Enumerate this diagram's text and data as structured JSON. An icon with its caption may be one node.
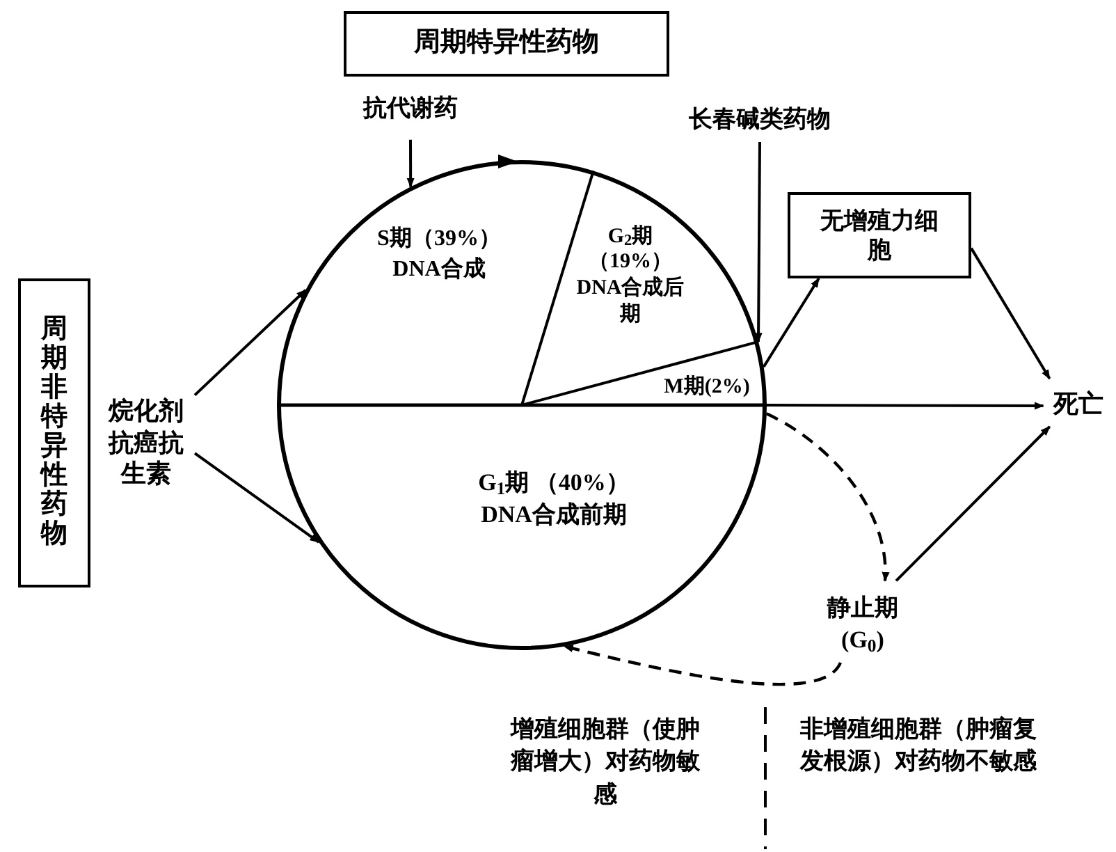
{
  "diagram": {
    "nodes": [
      {
        "text": [
          "周期特异性药物"
        ]
      },
      {
        "text": [
          "抗代谢药"
        ]
      },
      {
        "text": [
          "长春碱类药物"
        ]
      },
      {
        "text": [
          "无增殖力细胞"
        ]
      },
      {
        "text": [
          "周期非特异性药物"
        ]
      },
      {
        "text": [
          "烷化剂抗癌抗生素"
        ]
      },
      {
        "text": [],
        "shape": "circle"
      },
      {
        "text": [
          "S期（39%）",
          "DNA合成"
        ],
        "in": 6
      },
      {
        "text": [
          "G$_{2}$期（19%）",
          "DNA合成后期"
        ],
        "in": 6
      },
      {
        "text": [
          "M期(2%)"
        ],
        "in": 6
      },
      {
        "text": [
          "G$_{1}$期 （40%）",
          "DNA合成前期"
        ],
        "in": 6
      },
      {
        "text": [
          "死亡"
        ]
      },
      {
        "text": [
          "静止期",
          "(G$_{0}$)"
        ]
      }
    ],
    "edges": [
      {
        "from": 1,
        "to": 6,
        "arrow": "to"
      },
      {
        "from": 2,
        "to": 6,
        "arrow": "to"
      },
      {
        "from": 5,
        "to": 6,
        "arrow": "to"
      },
      {
        "from": 5,
        "to": 6,
        "arrow": "to"
      },
      {
        "from": 6,
        "to": 3,
        "arrow": "to"
      },
      {
        "from": 6,
        "to": 11,
        "arrow": "to"
      },
      {
        "from": 3,
        "to": 11,
        "arrow": "to"
      },
      {
        "from": 12,
        "to": 11,
        "arrow": "to"
      },
      {
        "from": 6,
        "to": 12,
        "arrow": "to",
        "style": "dashed"
      },
      {
        "from": 12,
        "to": 6,
        "arrow": "to",
        "style": "dashed"
      }
    ],
    "labels": [
      "增殖细胞群（使肿瘤增大）对药物敏感",
      "非增殖细胞群（肿瘤复发根源）对药物不敏感"
    ]
  }
}
